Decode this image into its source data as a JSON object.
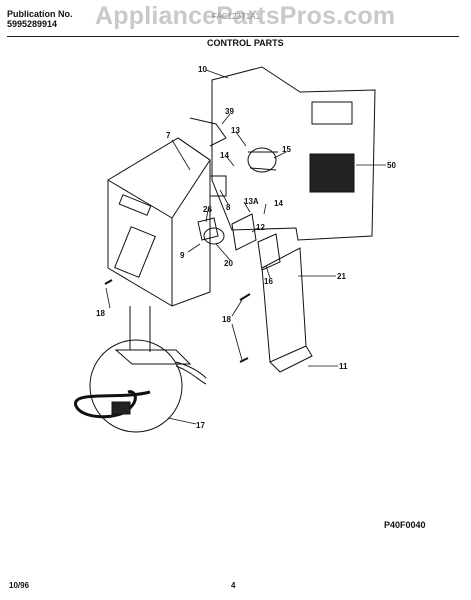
{
  "header": {
    "publication_label": "Publication No.",
    "publication_number": "5995289914",
    "model": "FAC123T1A1",
    "section_title": "CONTROL PARTS",
    "watermark": "AppliancePartsPros.com"
  },
  "parts": [
    "10",
    "39",
    "7",
    "13",
    "14",
    "15",
    "50",
    "8",
    "13A",
    "14",
    "26",
    "12",
    "9",
    "20",
    "16",
    "21",
    "18",
    "18",
    "11",
    "17"
  ],
  "footer": {
    "diagram_code": "P40F0040",
    "date": "10/96",
    "page": "4"
  }
}
